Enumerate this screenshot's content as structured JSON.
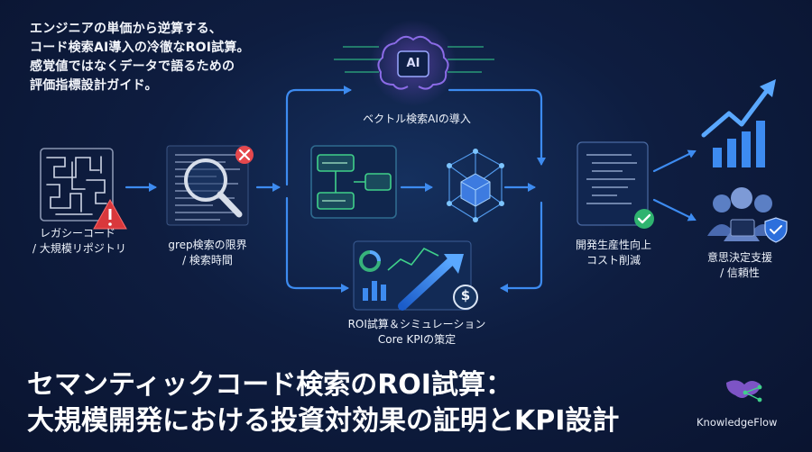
{
  "intro": {
    "line1": "エンジニアの単価から逆算する、",
    "line2": "コード検索AI導入の冷徹なROI試算。",
    "line3": "感覚値ではなくデータで語るための",
    "line4": "評価指標設計ガイド。"
  },
  "nodes": {
    "legacy": {
      "line1": "レガシーコード",
      "line2": "/ 大規模リポジトリ"
    },
    "grep": {
      "line1": "grep検索の限界",
      "line2": "/ 検索時間"
    },
    "vector": {
      "line1": "ベクトル検索AIの導入",
      "ai_badge": "AI"
    },
    "roi": {
      "line1": "ROI試算＆シミュレーション",
      "line2": "Core KPIの策定",
      "currency": "$"
    },
    "productivity": {
      "line1": "開発生産性向上",
      "line2": "コスト削減"
    },
    "decision": {
      "line1": "意思決定支援",
      "line2": "/ 信頼性"
    }
  },
  "title": {
    "line1": "セマンティックコード検索のROI試算：",
    "line2": "大規模開発における投資対効果の証明とKPI設計"
  },
  "brand": {
    "name": "KnowledgeFlow"
  },
  "colors": {
    "arrow": "#3d8bf0",
    "accent_green": "#3fd08a",
    "alert_red": "#e5484d",
    "warning_red": "#d9383c",
    "glow": "#5aa8ff",
    "purple": "#8a5bd6"
  },
  "icons": [
    "maze-icon",
    "warning-icon",
    "document-icon",
    "magnifier-icon",
    "error-icon",
    "brain-icon",
    "flowchart-icon",
    "network-cube-icon",
    "dashboard-icon",
    "dollar-icon",
    "code-screen-icon",
    "check-icon",
    "growth-chart-icon",
    "team-icon",
    "shield-icon",
    "knowledgeflow-logo"
  ]
}
